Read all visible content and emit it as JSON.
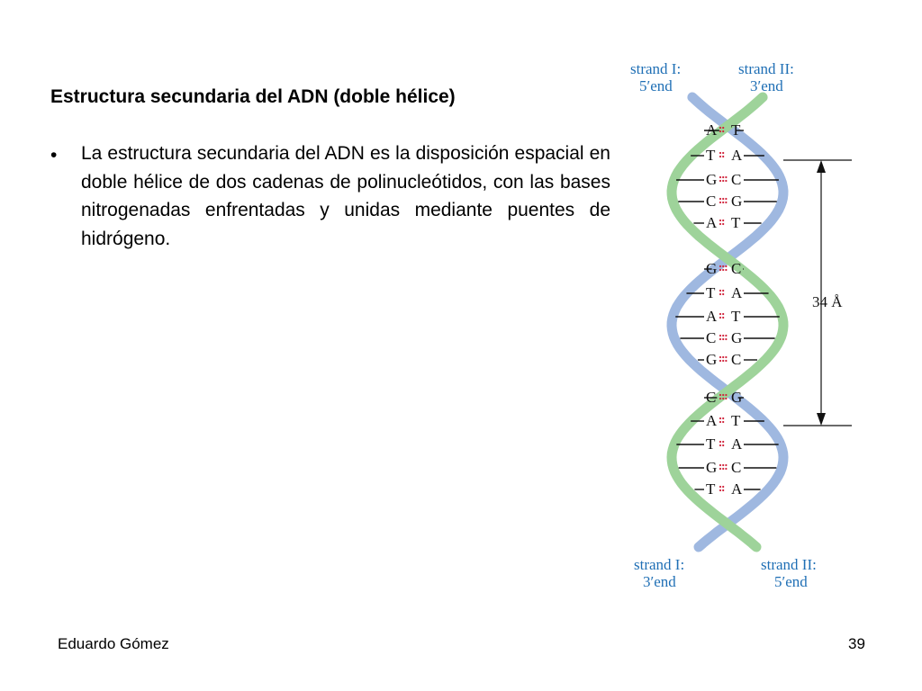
{
  "slide": {
    "title": "Estructura secundaria del ADN (doble hélice)",
    "bullet": "La estructura secundaria del ADN es la disposición espacial en doble hélice de dos cadenas de polinucleótidos, con las bases nitrogenadas enfrentadas y unidas mediante puentes de hidrógeno."
  },
  "figure": {
    "strand1_top": [
      "strand I:",
      "5′end"
    ],
    "strand2_top": [
      "strand II:",
      "3′end"
    ],
    "strand1_bottom": [
      "strand I:",
      "3′end"
    ],
    "strand2_bottom": [
      "strand II:",
      "5′end"
    ],
    "dimension_label": "34 Å",
    "base_pairs": [
      [
        "A",
        "T"
      ],
      [
        "T",
        "A"
      ],
      [
        "G",
        "C"
      ],
      [
        "C",
        "G"
      ],
      [
        "A",
        "T"
      ],
      [
        "G",
        "C"
      ],
      [
        "T",
        "A"
      ],
      [
        "A",
        "T"
      ],
      [
        "C",
        "G"
      ],
      [
        "G",
        "C"
      ],
      [
        "C",
        "G"
      ],
      [
        "A",
        "T"
      ],
      [
        "T",
        "A"
      ],
      [
        "G",
        "C"
      ],
      [
        "T",
        "A"
      ]
    ],
    "colors": {
      "strand1": "#9fb8e0",
      "strand2": "#9ed39a",
      "label": "#1f6fb5",
      "hydrogen_bond": "#d0243c"
    }
  },
  "footer": {
    "author": "Eduardo Gómez",
    "page": "39"
  }
}
